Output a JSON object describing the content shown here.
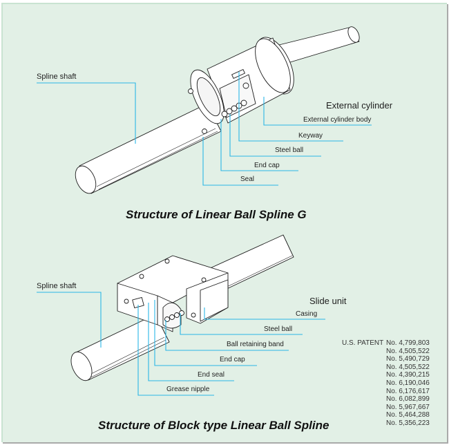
{
  "figure1": {
    "title": "Structure of Linear Ball Spline G",
    "spline_shaft": "Spline shaft",
    "group_label": "External cylinder",
    "parts": {
      "external_cylinder_body": "External cylinder body",
      "keyway": "Keyway",
      "steel_ball": "Steel ball",
      "end_cap": "End cap",
      "seal": "Seal"
    }
  },
  "figure2": {
    "title": "Structure of Block type Linear Ball Spline",
    "spline_shaft": "Spline shaft",
    "group_label": "Slide unit",
    "parts": {
      "casing": "Casing",
      "steel_ball": "Steel ball",
      "ball_retaining_band": "Ball retaining band",
      "end_cap": "End cap",
      "end_seal": "End seal",
      "grease_nipple": "Grease nipple"
    }
  },
  "patents": {
    "label": "U.S. PATENT",
    "numbers": [
      "No. 4,799,803",
      "No. 4,505,522",
      "No. 5,490,729",
      "No. 4,505,522",
      "No. 4,390,215",
      "No. 6,190,046",
      "No. 6,176,617",
      "No. 6,082,899",
      "No. 5,967,667",
      "No. 5,464,288",
      "No. 5,356,223"
    ]
  },
  "colors": {
    "background": "#e2f0e6",
    "leader_line": "#29b6e6",
    "outline": "#1a1a1a"
  }
}
